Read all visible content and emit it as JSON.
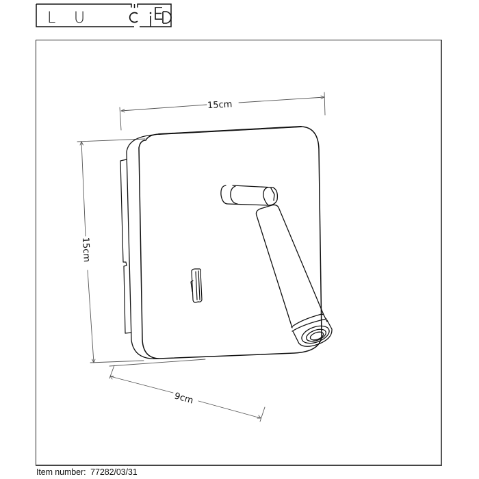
{
  "brand": {
    "logo_text": "LUCIDE",
    "letters": [
      "L",
      "U",
      "C",
      "I",
      "D",
      "E"
    ]
  },
  "drawing": {
    "subject": "wall-light-with-reading-spot-and-switch",
    "dimensions": {
      "width": "15cm",
      "height": "15cm",
      "depth": "9cm"
    },
    "colors": {
      "line": "#111111",
      "dimension_line": "#555555",
      "background": "#ffffff"
    }
  },
  "footer": {
    "item_label": "Item number:",
    "item_value": "77282/03/31",
    "item_full": "Item number:  77282/03/31"
  }
}
